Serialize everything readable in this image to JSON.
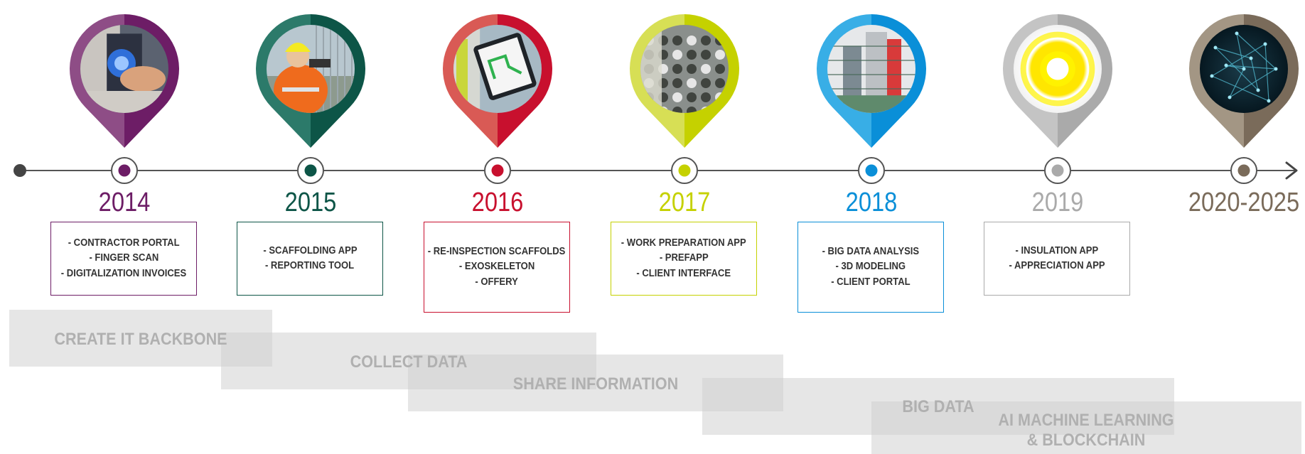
{
  "milestones": [
    {
      "year": "2014",
      "color": "#6d1d66",
      "light": "#8e4d86",
      "image": "finger-scan-photo",
      "items": [
        "- CONTRACTOR PORTAL",
        "- FINGER SCAN",
        "- DIGITALIZATION INVOICES"
      ]
    },
    {
      "year": "2015",
      "color": "#0d5547",
      "light": "#2c7a6a",
      "image": "scaffolding-worker-photo",
      "items": [
        "- SCAFFOLDING APP",
        "- REPORTING TOOL"
      ]
    },
    {
      "year": "2016",
      "color": "#c8102e",
      "light": "#d95a55",
      "image": "tablet-inspection-photo",
      "items": [
        "- RE-INSPECTION SCAFFOLDS",
        "- EXOSKELETON",
        "- OFFERY"
      ]
    },
    {
      "year": "2017",
      "color": "#c5d100",
      "light": "#d7df55",
      "image": "control-panel-photo",
      "items": [
        "- WORK PREPARATION APP",
        "- PREFAPP",
        "- CLIENT INTERFACE"
      ]
    },
    {
      "year": "2018",
      "color": "#0a8fd8",
      "light": "#38aee6",
      "image": "3d-model-photo",
      "items": [
        "- BIG DATA ANALYSIS",
        "- 3D MODELING",
        "- CLIENT PORTAL"
      ]
    },
    {
      "year": "2019",
      "color": "#aaaaaa",
      "light": "#c4c4c4",
      "image": "appreciation-icon-photo",
      "items": [
        "- INSULATION APP",
        "- APPRECIATION APP"
      ]
    },
    {
      "year": "2020-2025",
      "color": "#7a6b5a",
      "light": "#a39684",
      "image": "network-photo",
      "items": []
    }
  ],
  "phases": [
    {
      "label": "CREATE IT BACKBONE"
    },
    {
      "label": "COLLECT DATA"
    },
    {
      "label": "SHARE INFORMATION"
    },
    {
      "label": "BIG DATA"
    },
    {
      "label": "AI MACHINE LEARNING\n& BLOCKCHAIN"
    }
  ]
}
